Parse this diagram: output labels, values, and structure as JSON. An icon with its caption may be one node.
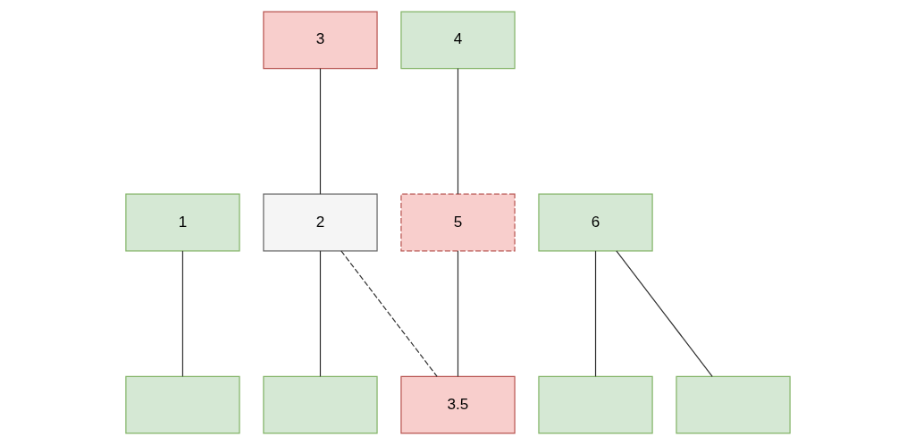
{
  "diagram": {
    "nodes": [
      {
        "text": [
          "3"
        ]
      },
      {
        "text": [
          "4"
        ]
      },
      {
        "text": [
          "1"
        ]
      },
      {
        "text": [
          "2"
        ]
      },
      {
        "text": [
          "5"
        ]
      },
      {
        "text": [
          "6"
        ]
      },
      {
        "text": [],
        "shape": "box"
      },
      {
        "text": [],
        "shape": "box"
      },
      {
        "text": [
          "3.5"
        ]
      },
      {
        "text": [],
        "shape": "box"
      },
      {
        "text": [],
        "shape": "box"
      }
    ],
    "edges": [
      {
        "from": 0,
        "to": 3,
        "arrow": "none"
      },
      {
        "from": 1,
        "to": 4,
        "arrow": "none"
      },
      {
        "from": 2,
        "to": 6,
        "arrow": "none"
      },
      {
        "from": 3,
        "to": 7,
        "arrow": "none"
      },
      {
        "from": 3,
        "to": 8,
        "arrow": "none",
        "style": "dashed"
      },
      {
        "from": 4,
        "to": 8,
        "arrow": "none"
      },
      {
        "from": 5,
        "to": 9,
        "arrow": "none"
      },
      {
        "from": 5,
        "to": 10,
        "arrow": "none"
      }
    ]
  }
}
